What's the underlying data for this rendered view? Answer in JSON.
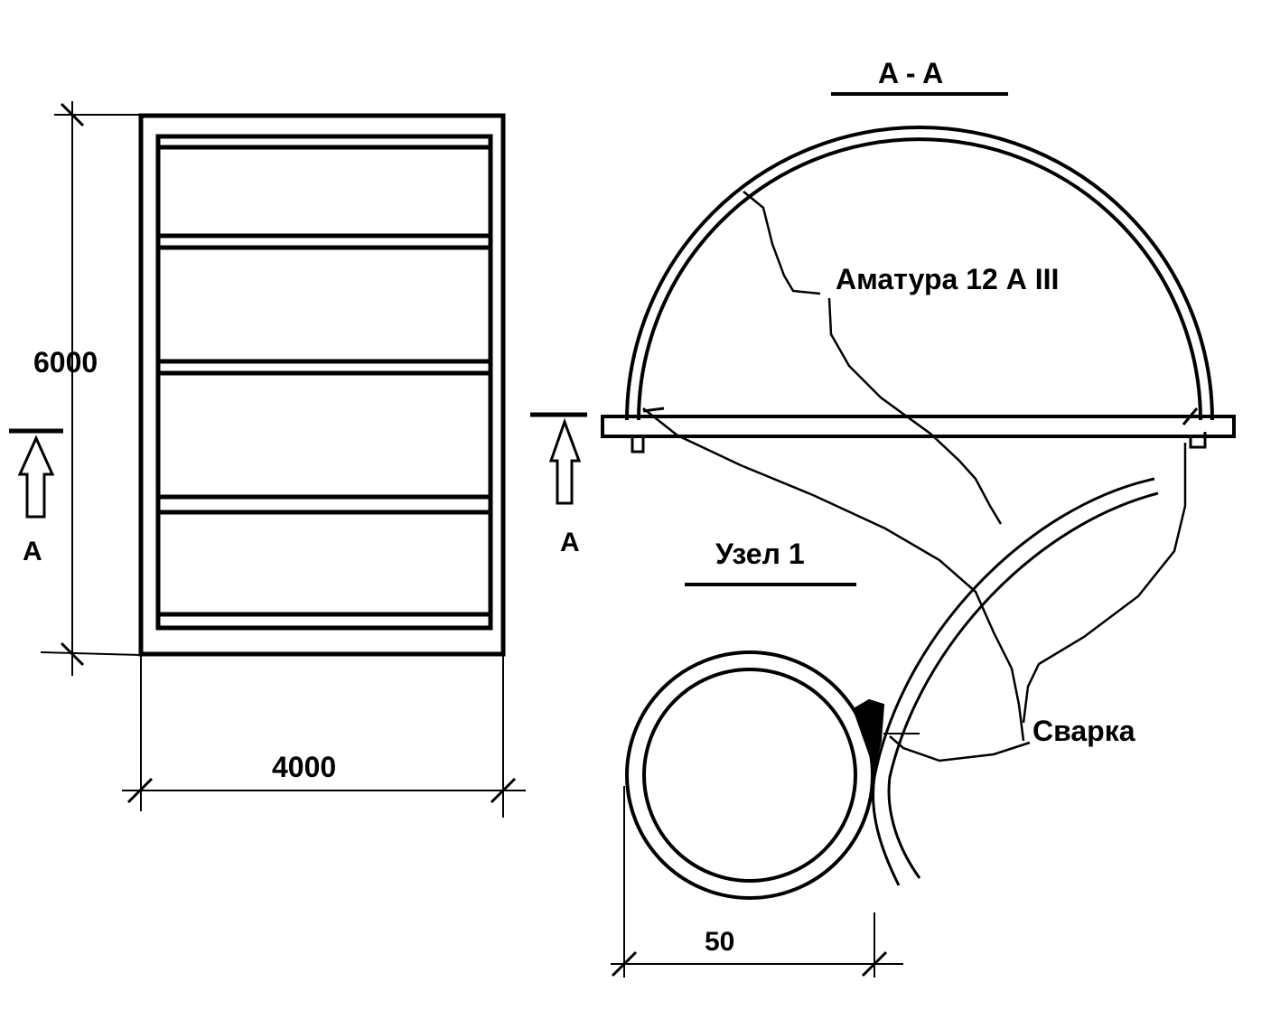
{
  "plan": {
    "dim_height": "6000",
    "dim_width": "4000",
    "section_mark_left": "A",
    "section_mark_right": "A"
  },
  "section": {
    "title": "A - A",
    "rebar_label": "Аматура 12 А III"
  },
  "node": {
    "title": "Узел 1",
    "weld_label": "Сварка",
    "dim_diameter": "50"
  },
  "colors": {
    "ink": "#000000",
    "background": "#ffffff"
  }
}
